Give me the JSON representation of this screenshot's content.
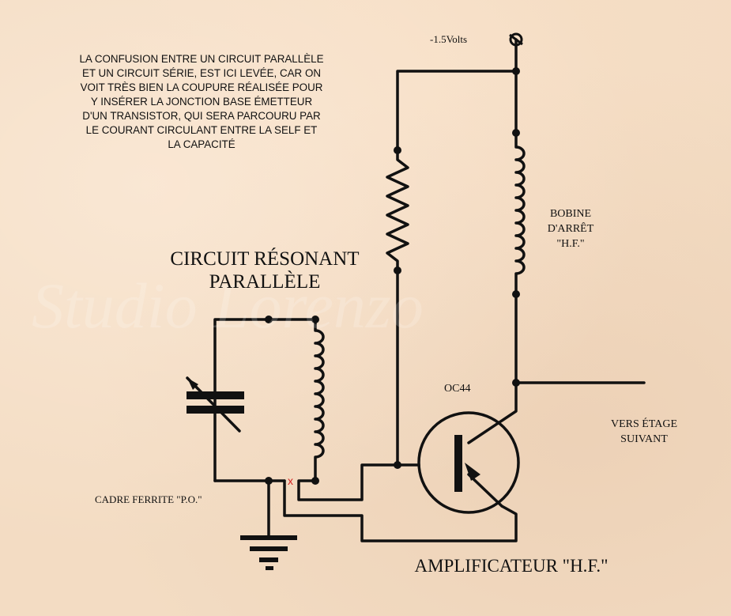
{
  "intro_text": "LA CONFUSION ENTRE UN CIRCUIT PARALLÈLE ET UN CIRCUIT SÉRIE, EST ICI LEVÉE, CAR ON VOIT TRÈS BIEN LA COUPURE RÉALISÉE POUR Y INSÉRER LA JONCTION BASE ÉMETTEUR D'UN TRANSISTOR, QUI SERA PARCOURU PAR LE COURANT CIRCULANT ENTRE LA SELF ET LA CAPACITÉ",
  "labels": {
    "supply": "-1.5Volts",
    "resonant_title_line1": "CIRCUIT RÉSONANT",
    "resonant_title_line2": "PARALLÈLE",
    "choke_line1": "BOBINE",
    "choke_line2": "D'ARRÊT",
    "choke_line3": "\"H.F.\"",
    "transistor": "OC44",
    "next_stage_line1": "VERS ÉTAGE",
    "next_stage_line2": "SUIVANT",
    "ferrite": "CADRE FERRITE \"P.O.\"",
    "amplifier": "AMPLIFICATEUR \"H.F.\"",
    "cut_mark": "x",
    "watermark": "Studio Lorenzo"
  },
  "colors": {
    "ink": "#111111",
    "cut_mark": "#d21f1f",
    "paper": "#f3dcc3"
  }
}
